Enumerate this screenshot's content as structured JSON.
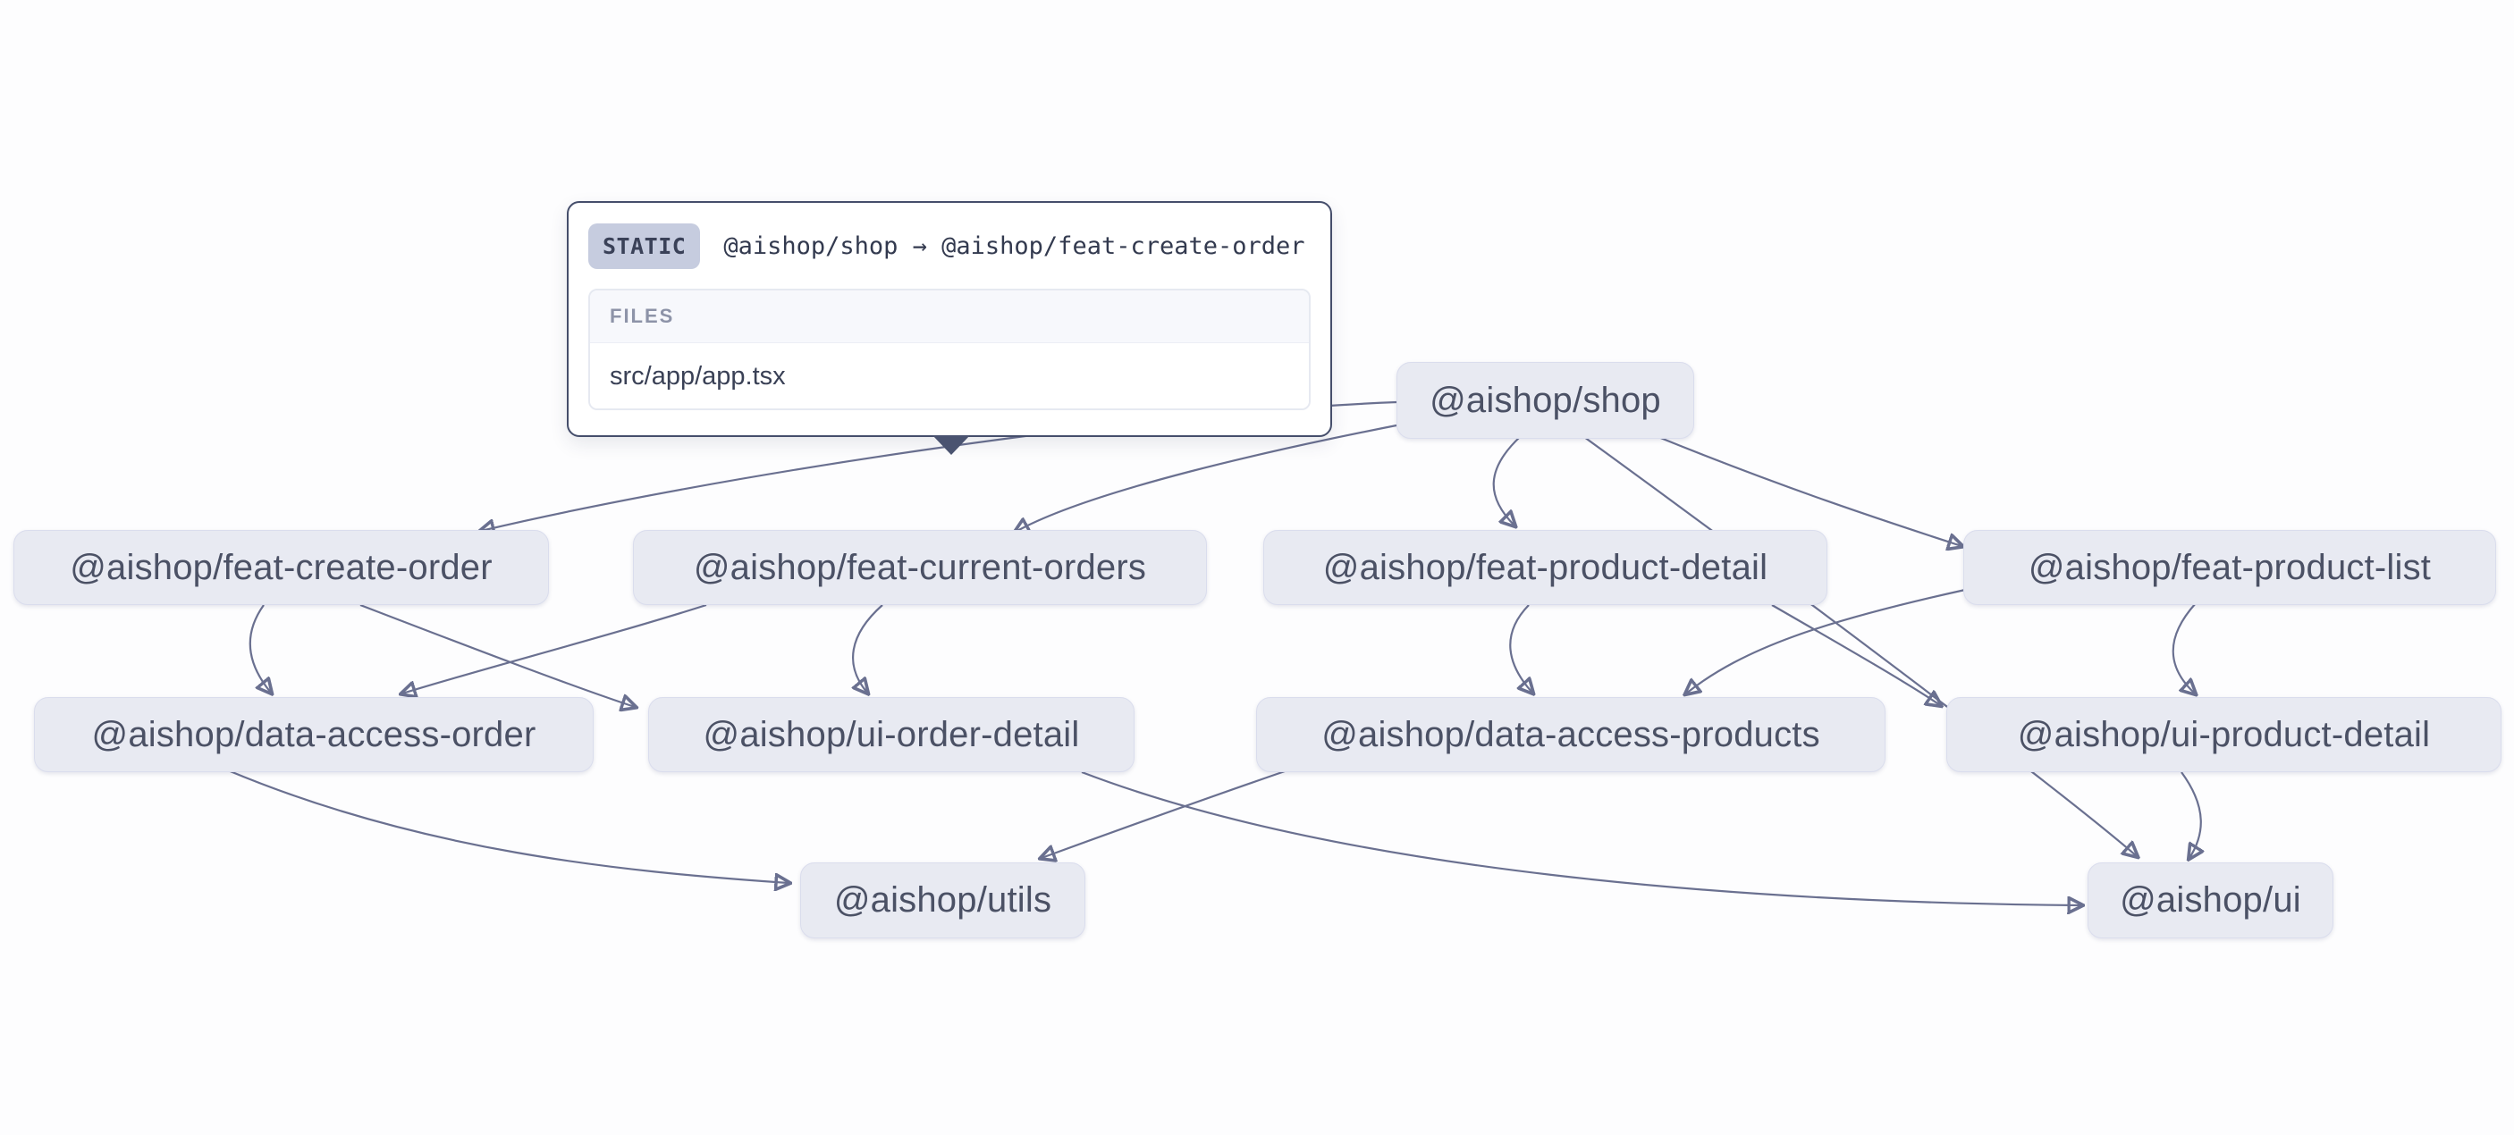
{
  "graph": {
    "nodes": [
      {
        "id": "shop",
        "label": "@aishop/shop"
      },
      {
        "id": "feat-create-order",
        "label": "@aishop/feat-create-order"
      },
      {
        "id": "feat-current-orders",
        "label": "@aishop/feat-current-orders"
      },
      {
        "id": "feat-product-detail",
        "label": "@aishop/feat-product-detail"
      },
      {
        "id": "feat-product-list",
        "label": "@aishop/feat-product-list"
      },
      {
        "id": "data-access-order",
        "label": "@aishop/data-access-order"
      },
      {
        "id": "ui-order-detail",
        "label": "@aishop/ui-order-detail"
      },
      {
        "id": "data-access-products",
        "label": "@aishop/data-access-products"
      },
      {
        "id": "ui-product-detail",
        "label": "@aishop/ui-product-detail"
      },
      {
        "id": "utils",
        "label": "@aishop/utils"
      },
      {
        "id": "ui",
        "label": "@aishop/ui"
      }
    ],
    "edges": [
      {
        "source": "shop",
        "target": "feat-create-order",
        "type": "static"
      },
      {
        "source": "shop",
        "target": "feat-current-orders",
        "type": "static"
      },
      {
        "source": "shop",
        "target": "feat-product-detail",
        "type": "static"
      },
      {
        "source": "shop",
        "target": "feat-product-list",
        "type": "static"
      },
      {
        "source": "shop",
        "target": "ui",
        "type": "static"
      },
      {
        "source": "feat-create-order",
        "target": "data-access-order",
        "type": "static"
      },
      {
        "source": "feat-create-order",
        "target": "ui-order-detail",
        "type": "static"
      },
      {
        "source": "feat-current-orders",
        "target": "data-access-order",
        "type": "static"
      },
      {
        "source": "feat-current-orders",
        "target": "ui-order-detail",
        "type": "static"
      },
      {
        "source": "feat-product-detail",
        "target": "data-access-products",
        "type": "static"
      },
      {
        "source": "feat-product-detail",
        "target": "ui-product-detail",
        "type": "static"
      },
      {
        "source": "feat-product-list",
        "target": "data-access-products",
        "type": "static"
      },
      {
        "source": "feat-product-list",
        "target": "ui-product-detail",
        "type": "static"
      },
      {
        "source": "data-access-order",
        "target": "utils",
        "type": "static"
      },
      {
        "source": "data-access-products",
        "target": "utils",
        "type": "static"
      },
      {
        "source": "ui-order-detail",
        "target": "ui",
        "type": "static"
      },
      {
        "source": "ui-product-detail",
        "target": "ui",
        "type": "static"
      }
    ]
  },
  "tooltip": {
    "badge": "STATIC",
    "title": "@aishop/shop → @aishop/feat-create-order",
    "files_label": "FILES",
    "files": [
      "src/app/app.tsx"
    ]
  },
  "colors": {
    "background": "#fdfdfe",
    "node_bg": "#e8eaf2",
    "node_text": "#4b5165",
    "edge": "#6a7090",
    "tooltip_border": "#454e6b",
    "badge_bg": "#c6ccdf",
    "badge_text": "#3a4158",
    "files_label_text": "#8d93a8"
  }
}
